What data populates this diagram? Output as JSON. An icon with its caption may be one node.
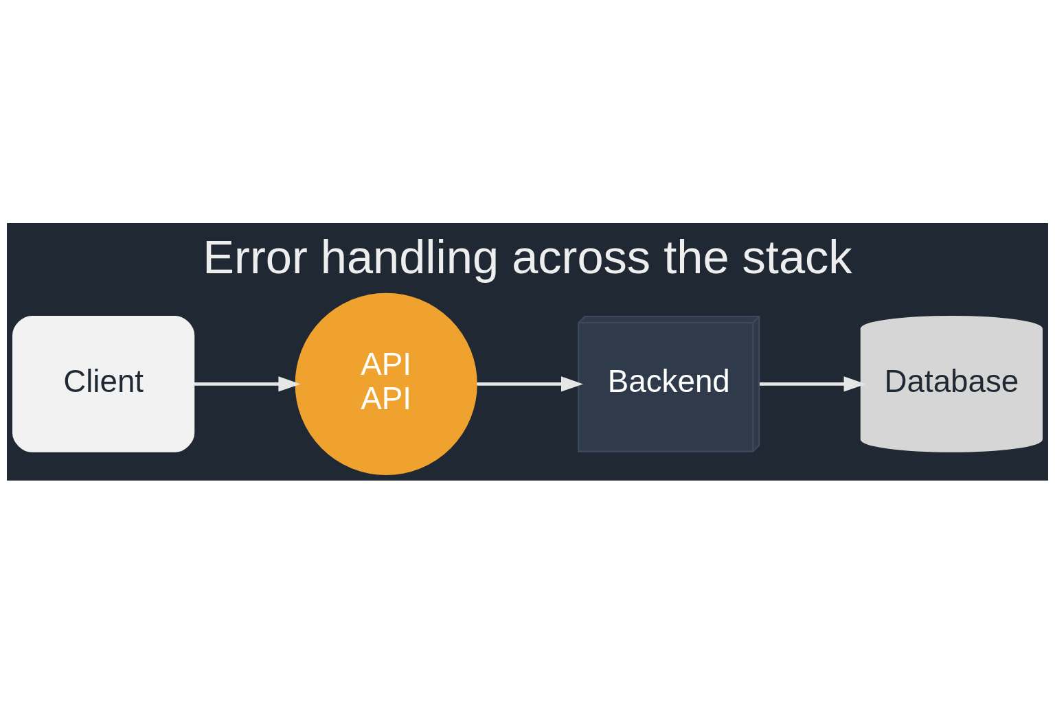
{
  "diagram": {
    "title": "Error handling across the stack",
    "nodes": [
      {
        "text": [
          "Client"
        ]
      },
      {
        "text": [
          "API",
          "API"
        ]
      },
      {
        "text": [
          "Backend"
        ]
      },
      {
        "text": [
          "Database"
        ]
      }
    ],
    "edges": [
      {
        "from": 0,
        "to": 1,
        "arrow": "to"
      },
      {
        "from": 1,
        "to": 2,
        "arrow": "to"
      },
      {
        "from": 2,
        "to": 3,
        "arrow": "to"
      }
    ]
  }
}
